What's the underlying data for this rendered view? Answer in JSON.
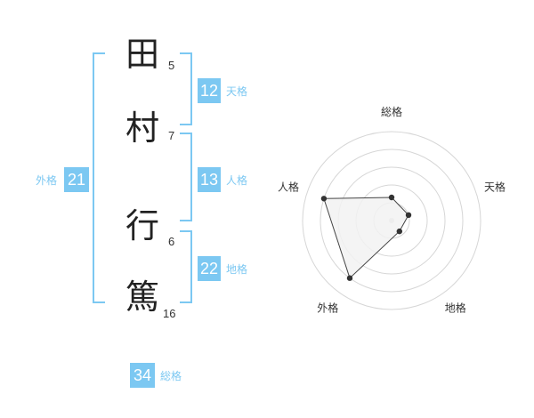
{
  "name": {
    "chars": [
      {
        "kanji": "田",
        "strokes": "5"
      },
      {
        "kanji": "村",
        "strokes": "7"
      },
      {
        "kanji": "行",
        "strokes": "6"
      },
      {
        "kanji": "篤",
        "strokes": "16"
      }
    ]
  },
  "kaku": {
    "tenkaku": {
      "value": "12",
      "label": "天格"
    },
    "jinkaku": {
      "value": "13",
      "label": "人格"
    },
    "chikaku": {
      "value": "22",
      "label": "地格"
    },
    "gaikaku": {
      "value": "21",
      "label": "外格"
    },
    "soukaku": {
      "value": "34",
      "label": "総格"
    }
  },
  "chart_data": {
    "type": "radar",
    "axes": [
      "総格",
      "天格",
      "地格",
      "外格",
      "人格"
    ],
    "values": [
      1.3,
      1.0,
      0.75,
      4.0,
      4.0
    ],
    "range": [
      0,
      5
    ],
    "rings": 5,
    "colors": {
      "fill": "#f2f2f2",
      "stroke": "#444444",
      "point": "#333333",
      "grid": "#d6d6d6"
    }
  }
}
